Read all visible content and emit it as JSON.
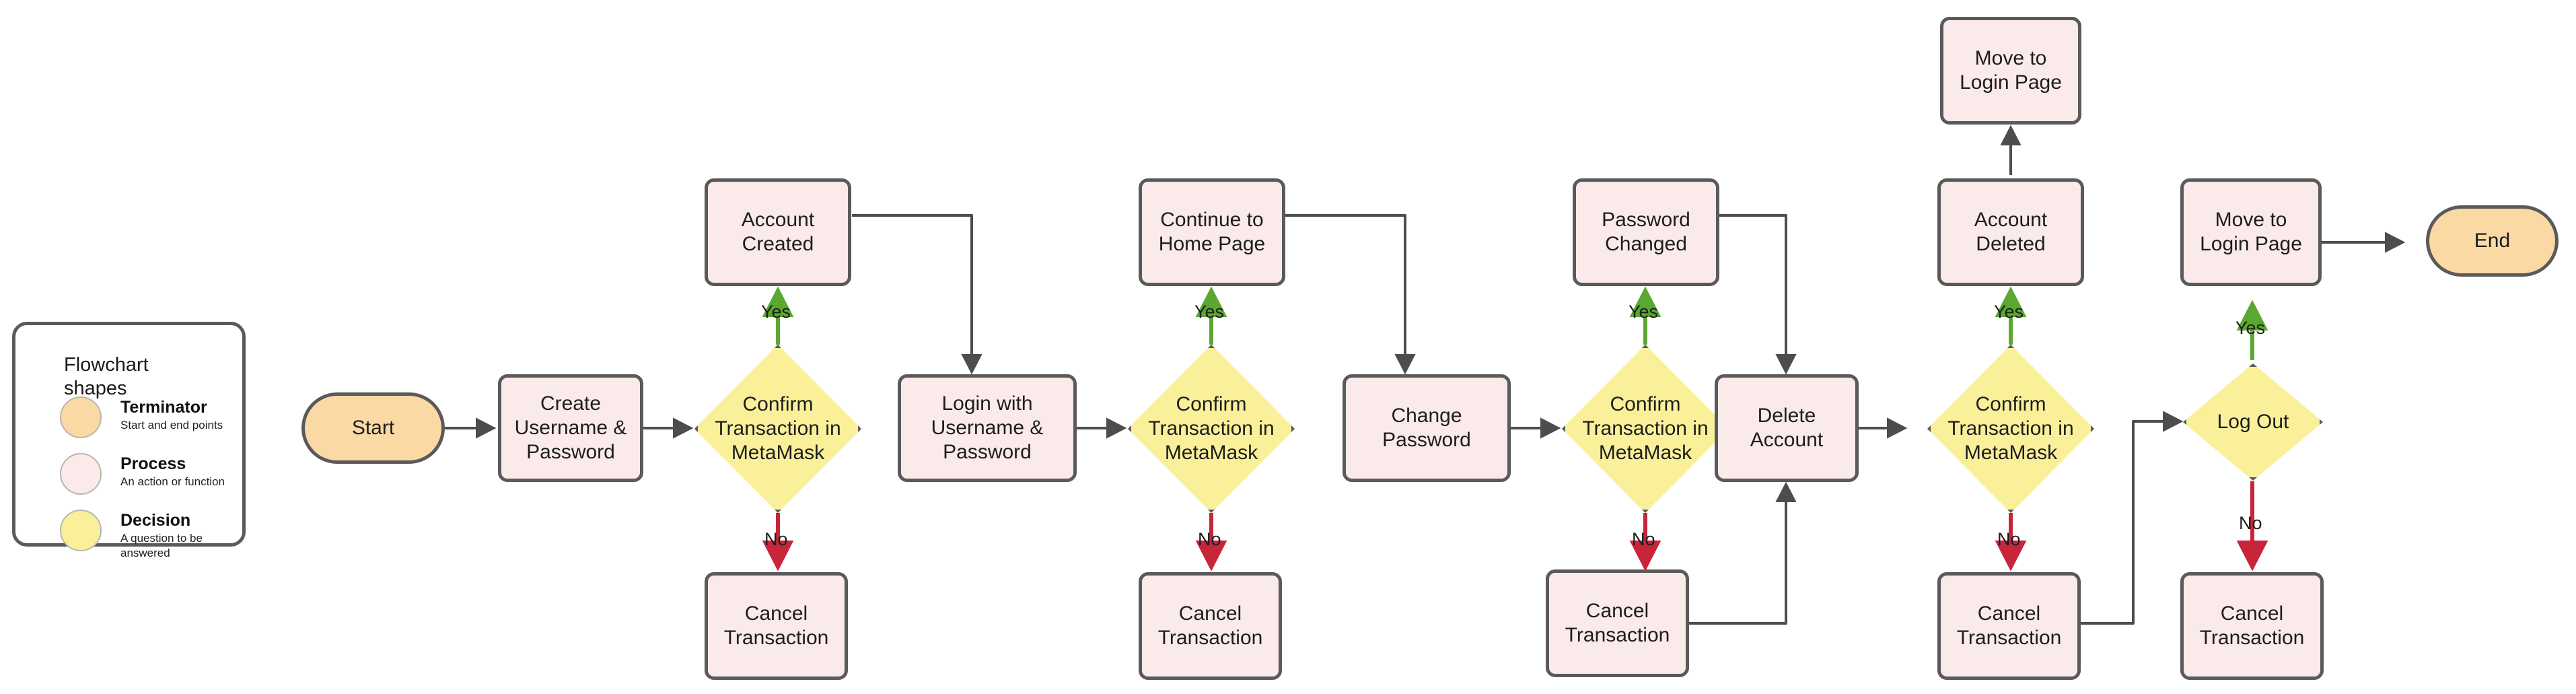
{
  "legend": {
    "title": "Flowchart shapes",
    "items": [
      {
        "name": "Terminator",
        "desc": "Start and end points",
        "color": "#fbd9a5"
      },
      {
        "name": "Process",
        "desc": "An action or function",
        "color": "#fbeaea"
      },
      {
        "name": "Decision",
        "desc": "A question to be answered",
        "color": "#faf09a"
      }
    ]
  },
  "colors": {
    "terminator": "#fbd9a5",
    "process": "#fbeaea",
    "decision": "#faf09a",
    "stroke": "#5a5a5a",
    "yes": "#5aa832",
    "no": "#c8243a",
    "link": "#4d4d4d",
    "background": "#ffffff"
  },
  "chart_data": {
    "type": "diagram",
    "title": "Account lifecycle flowchart",
    "nodes": [
      {
        "id": "start",
        "label": "Start",
        "shape": "terminator"
      },
      {
        "id": "create",
        "label": "Create Username & Password",
        "shape": "process"
      },
      {
        "id": "d1",
        "label": "Confirm Transaction in MetaMask",
        "shape": "decision"
      },
      {
        "id": "acct_created",
        "label": "Account Created",
        "shape": "process"
      },
      {
        "id": "cancel1",
        "label": "Cancel Transaction",
        "shape": "process"
      },
      {
        "id": "login",
        "label": "Login with Username & Password",
        "shape": "process"
      },
      {
        "id": "d2",
        "label": "Confirm Transaction in MetaMask",
        "shape": "decision"
      },
      {
        "id": "home",
        "label": "Continue to Home Page",
        "shape": "process"
      },
      {
        "id": "cancel2",
        "label": "Cancel Transaction",
        "shape": "process"
      },
      {
        "id": "chgpw",
        "label": "Change Password",
        "shape": "process"
      },
      {
        "id": "d3",
        "label": "Confirm Transaction in MetaMask",
        "shape": "decision"
      },
      {
        "id": "pw_changed",
        "label": "Password Changed",
        "shape": "process"
      },
      {
        "id": "cancel3",
        "label": "Cancel Transaction",
        "shape": "process"
      },
      {
        "id": "delete",
        "label": "Delete Account",
        "shape": "process"
      },
      {
        "id": "d4",
        "label": "Confirm Transaction in MetaMask",
        "shape": "decision"
      },
      {
        "id": "acct_deleted",
        "label": "Account Deleted",
        "shape": "process"
      },
      {
        "id": "login_top",
        "label": "Move to Login Page",
        "shape": "process"
      },
      {
        "id": "cancel4",
        "label": "Cancel Transaction",
        "shape": "process"
      },
      {
        "id": "d5",
        "label": "Log Out",
        "shape": "decision"
      },
      {
        "id": "login_end",
        "label": "Move to Login Page",
        "shape": "process"
      },
      {
        "id": "cancel5",
        "label": "Cancel Transaction",
        "shape": "process"
      },
      {
        "id": "end",
        "label": "End",
        "shape": "terminator"
      }
    ],
    "edges": [
      {
        "from": "start",
        "to": "create",
        "label": ""
      },
      {
        "from": "create",
        "to": "d1",
        "label": ""
      },
      {
        "from": "d1",
        "to": "acct_created",
        "label": "Yes"
      },
      {
        "from": "d1",
        "to": "cancel1",
        "label": "No"
      },
      {
        "from": "acct_created",
        "to": "login",
        "label": ""
      },
      {
        "from": "login",
        "to": "d2",
        "label": ""
      },
      {
        "from": "d2",
        "to": "home",
        "label": "Yes"
      },
      {
        "from": "d2",
        "to": "cancel2",
        "label": "No"
      },
      {
        "from": "home",
        "to": "chgpw",
        "label": ""
      },
      {
        "from": "chgpw",
        "to": "d3",
        "label": ""
      },
      {
        "from": "d3",
        "to": "pw_changed",
        "label": "Yes"
      },
      {
        "from": "d3",
        "to": "cancel3",
        "label": "No"
      },
      {
        "from": "pw_changed",
        "to": "delete",
        "label": ""
      },
      {
        "from": "cancel3",
        "to": "delete",
        "label": ""
      },
      {
        "from": "delete",
        "to": "d4",
        "label": ""
      },
      {
        "from": "d4",
        "to": "acct_deleted",
        "label": "Yes"
      },
      {
        "from": "d4",
        "to": "cancel4",
        "label": "No"
      },
      {
        "from": "acct_deleted",
        "to": "login_top",
        "label": ""
      },
      {
        "from": "cancel4",
        "to": "d5",
        "label": ""
      },
      {
        "from": "d5",
        "to": "login_end",
        "label": "Yes"
      },
      {
        "from": "d5",
        "to": "cancel5",
        "label": "No"
      },
      {
        "from": "login_end",
        "to": "end",
        "label": ""
      }
    ]
  },
  "edge_labels": {
    "yes1": "Yes",
    "no1": "No",
    "yes2": "Yes",
    "no2": "No",
    "yes3": "Yes",
    "no3": "No",
    "yes4": "Yes",
    "no4": "No",
    "yes5": "Yes",
    "no5": "No"
  },
  "nodes": {
    "start": "Start",
    "create": "Create Username &amp; Password",
    "create_l1": "Create",
    "create_l2": "Username &",
    "create_l3": "Password",
    "d1_l1": "Confirm",
    "d1_l2": "Transaction in",
    "d1_l3": "MetaMask",
    "acct_created_l1": "Account",
    "acct_created_l2": "Created",
    "cancel_l1": "Cancel",
    "cancel_l2": "Transaction",
    "login_l1": "Login with",
    "login_l2": "Username &",
    "login_l3": "Password",
    "home_l1": "Continue to",
    "home_l2": "Home Page",
    "chgpw_l1": "Change",
    "chgpw_l2": "Password",
    "pw_changed_l1": "Password",
    "pw_changed_l2": "Changed",
    "delete_l1": "Delete",
    "delete_l2": "Account",
    "acct_deleted_l1": "Account",
    "acct_deleted_l2": "Deleted",
    "login_page_l1": "Move to",
    "login_page_l2": "Login Page",
    "logout": "Log Out",
    "end": "End"
  }
}
